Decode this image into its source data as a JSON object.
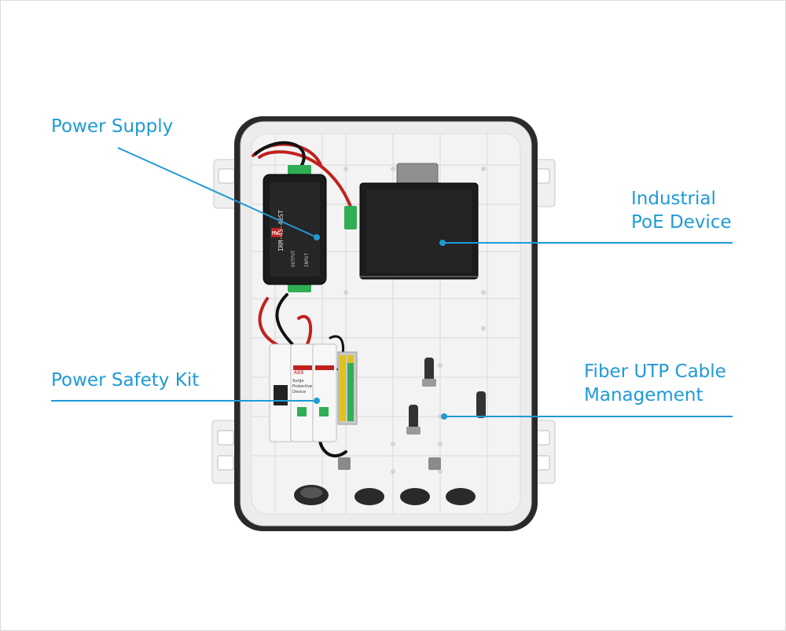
{
  "labels": {
    "power_supply": "Power Supply",
    "power_safety_kit": "Power Safety Kit",
    "poe_line1": "Industrial",
    "poe_line2": "PoE Device",
    "fiber_line1": "Fiber UTP Cable",
    "fiber_line2": "Management"
  },
  "device_text": {
    "psu_brand": "MW",
    "psu_model": "IRM-45-48ST",
    "psu_out": "OUTPUT",
    "psu_in": "INPUT",
    "spd_brand": "ABB",
    "spd_name_1": "Surge",
    "spd_name_2": "Protective",
    "spd_name_3": "Device"
  },
  "colors": {
    "accent": "#1f9ad7",
    "enclosure": "#ececec",
    "seal": "#2a2a2a",
    "device_dark": "#1c1c1c",
    "terminal_green": "#2fae55",
    "terminal_yellow": "#e0c21a",
    "wire_red": "#c0211f",
    "wire_black": "#111111"
  }
}
